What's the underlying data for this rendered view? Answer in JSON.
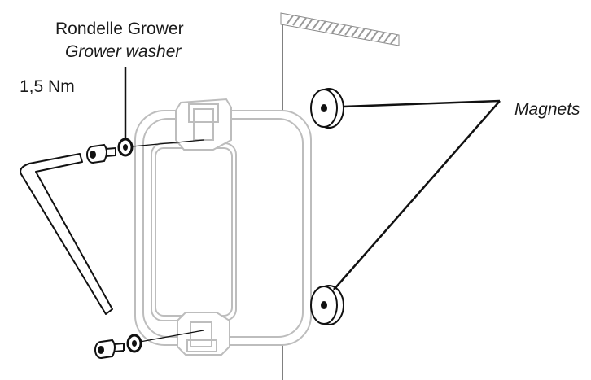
{
  "labels": {
    "washer_fr": "Rondelle Grower",
    "washer_en": "Grower washer",
    "torque": "1,5 Nm",
    "magnets": "Magnets"
  },
  "colors": {
    "line": "#000000",
    "device_outline": "#bdbdbd",
    "text": "#1a1a1a"
  },
  "icons": [
    "allen-key-icon",
    "screw-icon",
    "washer-icon",
    "magnet-icon",
    "wall-icon",
    "enclosure-icon"
  ]
}
